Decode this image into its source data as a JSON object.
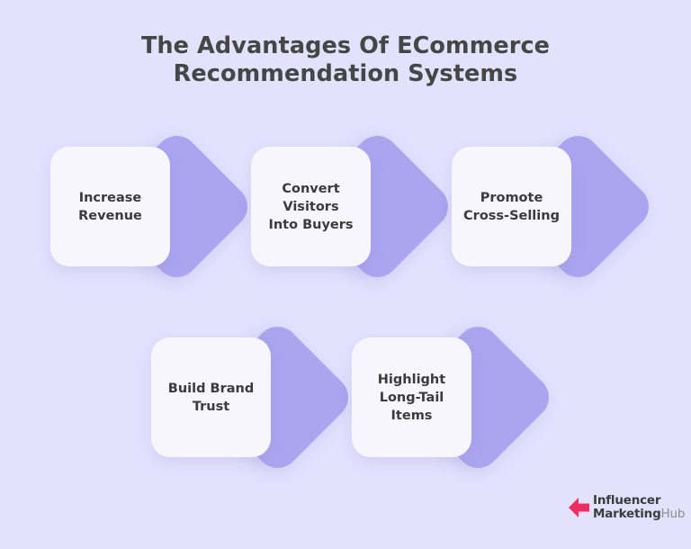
{
  "page": {
    "background_color": "#E4E1FD",
    "accent_color": "#ABA5F0",
    "card_color": "#F7F6FC",
    "text_color": "#3B3B3B",
    "title_color": "#464646"
  },
  "title": {
    "line1": "The Advantages Of ECommerce",
    "line2": "Recommendation Systems",
    "full": "The Advantages Of ECommerce Recommendation Systems"
  },
  "steps": [
    {
      "index": 1,
      "label": "Increase\nRevenue",
      "row": "top",
      "icon": "chevron-right-arrow"
    },
    {
      "index": 2,
      "label": "Convert\nVisitors\nInto Buyers",
      "row": "top",
      "icon": "chevron-right-arrow"
    },
    {
      "index": 3,
      "label": "Promote\nCross-Selling",
      "row": "top",
      "icon": "chevron-right-arrow"
    },
    {
      "index": 4,
      "label": "Build Brand\nTrust",
      "row": "bottom",
      "icon": "chevron-right-arrow"
    },
    {
      "index": 5,
      "label": "Highlight\nLong-Tail\nItems",
      "row": "bottom",
      "icon": "chevron-right-arrow"
    }
  ],
  "logo": {
    "line1": "Influencer",
    "line2_bold": "Marketing",
    "line2_light": "Hub",
    "mark_color": "#EE2D63",
    "mark_name": "left-pointing-arrow-mark"
  }
}
